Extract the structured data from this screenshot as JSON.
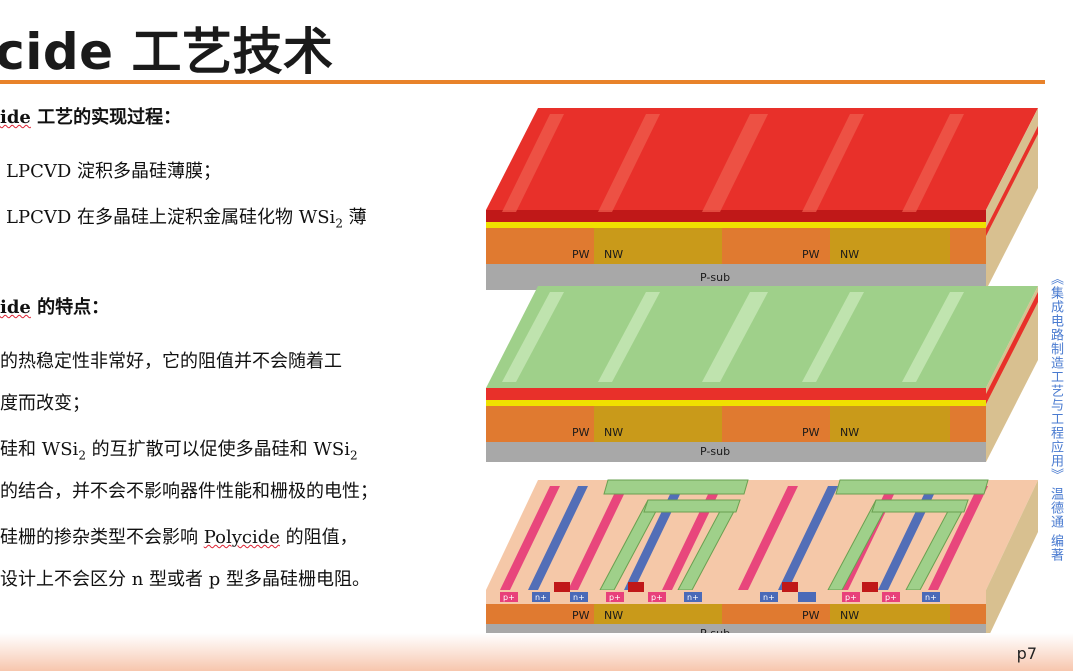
{
  "title": "ycide 工艺技术",
  "page_number": "p7",
  "side_note": "《集成电路制造工艺与工程应用》 温德通 编著",
  "section1": {
    "heading_term": "ide",
    "heading_rest": " 工艺的实现过程：",
    "items": [
      "LPCVD 淀积多晶硅薄膜；",
      "LPCVD 在多晶硅上淀积金属硅化物 WSi",
      "2",
      " 薄"
    ]
  },
  "section2": {
    "heading_term": "ide",
    "heading_rest": " 的特点：",
    "lines": [
      "的热稳定性非常好，它的阻值并不会随着工",
      "度而改变；",
      "硅和 WSi",
      "2",
      " 的互扩散可以促使多晶硅和 WSi",
      "2",
      "的结合，并不会不影响器件性能和栅极的电性；",
      "硅栅的掺杂类型不会影响 ",
      "Polycide",
      " 的阻值，",
      "设计上不会区分 n 型或者 p 型多晶硅栅电阻。"
    ]
  },
  "diagram": {
    "substrate_label": "P-sub",
    "well_labels": [
      "PW",
      "NW",
      "PW",
      "NW"
    ],
    "doping_labels": [
      "p+",
      "n+",
      "n+",
      "p+",
      "p+",
      "n+",
      "n+",
      "p+",
      "p+",
      "n+"
    ],
    "colors": {
      "wsi2": "#e8302a",
      "nitride": "#9fd08a",
      "pw": "#e07a30",
      "nw": "#c99a1a",
      "psub": "#a8a8a8",
      "accent": "#e8822a"
    }
  }
}
